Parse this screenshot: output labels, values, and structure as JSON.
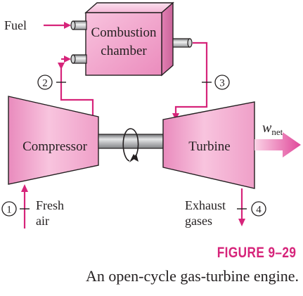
{
  "labels": {
    "fuel": "Fuel",
    "chamber_line1": "Combustion",
    "chamber_line2": "chamber",
    "compressor": "Compressor",
    "turbine": "Turbine",
    "w_net_main": "w",
    "w_net_sub": "net",
    "fresh_line1": "Fresh",
    "fresh_line2": "air",
    "exhaust_line1": "Exhaust",
    "exhaust_line2": "gases"
  },
  "states": [
    "1",
    "2",
    "3",
    "4"
  ],
  "figure": {
    "number": "FIGURE 9–29",
    "caption": "An open-cycle gas-turbine engine."
  },
  "colors": {
    "component_fill": "#f4a6cf",
    "flow_line": "#d6247a",
    "outline": "#231f20",
    "shaft": "#a7a9ac",
    "figure_number": "#d6247a"
  }
}
